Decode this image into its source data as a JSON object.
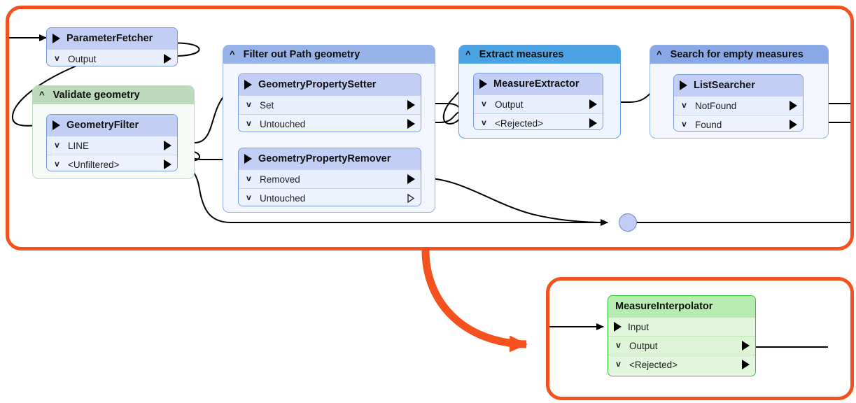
{
  "diagram": {
    "title": "FME Workspace Canvas",
    "colors": {
      "region_border": "#f4511e",
      "node_blue_header": "#c3cef4",
      "node_blue_border": "#7a9be0",
      "node_green_header": "#b9ecb2",
      "node_green_border": "#2fc22f",
      "group_green_header": "#bcd9bd",
      "group_blue_header": "#98b3ea",
      "group_brightblue_header": "#4ba3e3",
      "relay_fill": "#c3ccf5",
      "wire": "#000000"
    },
    "icons": {
      "collapse": "^",
      "expand": "v",
      "input_port": "input-arrow-icon",
      "output_port": "output-arrow-icon"
    }
  },
  "regions": [
    {
      "name": "upper-workflow-region"
    },
    {
      "name": "lower-workflow-region"
    }
  ],
  "groups": [
    {
      "id": "validate-geometry",
      "label": "Validate geometry",
      "caret": "^",
      "style": "green"
    },
    {
      "id": "filter-out-path-geometry",
      "label": "Filter out Path geometry",
      "caret": "^",
      "style": "blue"
    },
    {
      "id": "extract-measures",
      "label": "Extract measures",
      "caret": "^",
      "style": "brightblue"
    },
    {
      "id": "search-for-empty-measures",
      "label": "Search for empty measures",
      "caret": "^",
      "style": "midblue"
    }
  ],
  "nodes": [
    {
      "id": "parameter-fetcher",
      "title": "ParameterFetcher",
      "style": "blue",
      "has_input": true,
      "ports": [
        {
          "label": "Output",
          "chevron": "v",
          "arrow": "filled"
        }
      ]
    },
    {
      "id": "geometry-filter",
      "title": "GeometryFilter",
      "style": "blue",
      "has_input": true,
      "ports": [
        {
          "label": "LINE",
          "chevron": "v",
          "arrow": "filled"
        },
        {
          "label": "<Unfiltered>",
          "chevron": "v",
          "arrow": "filled"
        }
      ]
    },
    {
      "id": "geometry-property-setter",
      "title": "GeometryPropertySetter",
      "style": "blue",
      "has_input": true,
      "ports": [
        {
          "label": "Set",
          "chevron": "v",
          "arrow": "filled"
        },
        {
          "label": "Untouched",
          "chevron": "v",
          "arrow": "filled"
        }
      ]
    },
    {
      "id": "geometry-property-remover",
      "title": "GeometryPropertyRemover",
      "style": "blue",
      "has_input": true,
      "ports": [
        {
          "label": "Removed",
          "chevron": "v",
          "arrow": "filled"
        },
        {
          "label": "Untouched",
          "chevron": "v",
          "arrow": "hollow"
        }
      ]
    },
    {
      "id": "measure-extractor",
      "title": "MeasureExtractor",
      "style": "blue",
      "has_input": true,
      "ports": [
        {
          "label": "Output",
          "chevron": "v",
          "arrow": "filled"
        },
        {
          "label": "<Rejected>",
          "chevron": "v",
          "arrow": "filled"
        }
      ]
    },
    {
      "id": "list-searcher",
      "title": "ListSearcher",
      "style": "blue",
      "has_input": true,
      "ports": [
        {
          "label": "NotFound",
          "chevron": "v",
          "arrow": "filled"
        },
        {
          "label": "Found",
          "chevron": "v",
          "arrow": "filled"
        }
      ]
    },
    {
      "id": "measure-interpolator",
      "title": "MeasureInterpolator",
      "style": "green",
      "has_input": false,
      "ports": [
        {
          "label": "Input",
          "chevron": "in",
          "arrow": "none"
        },
        {
          "label": "Output",
          "chevron": "v",
          "arrow": "filled"
        },
        {
          "label": "<Rejected>",
          "chevron": "v",
          "arrow": "filled"
        }
      ]
    }
  ]
}
